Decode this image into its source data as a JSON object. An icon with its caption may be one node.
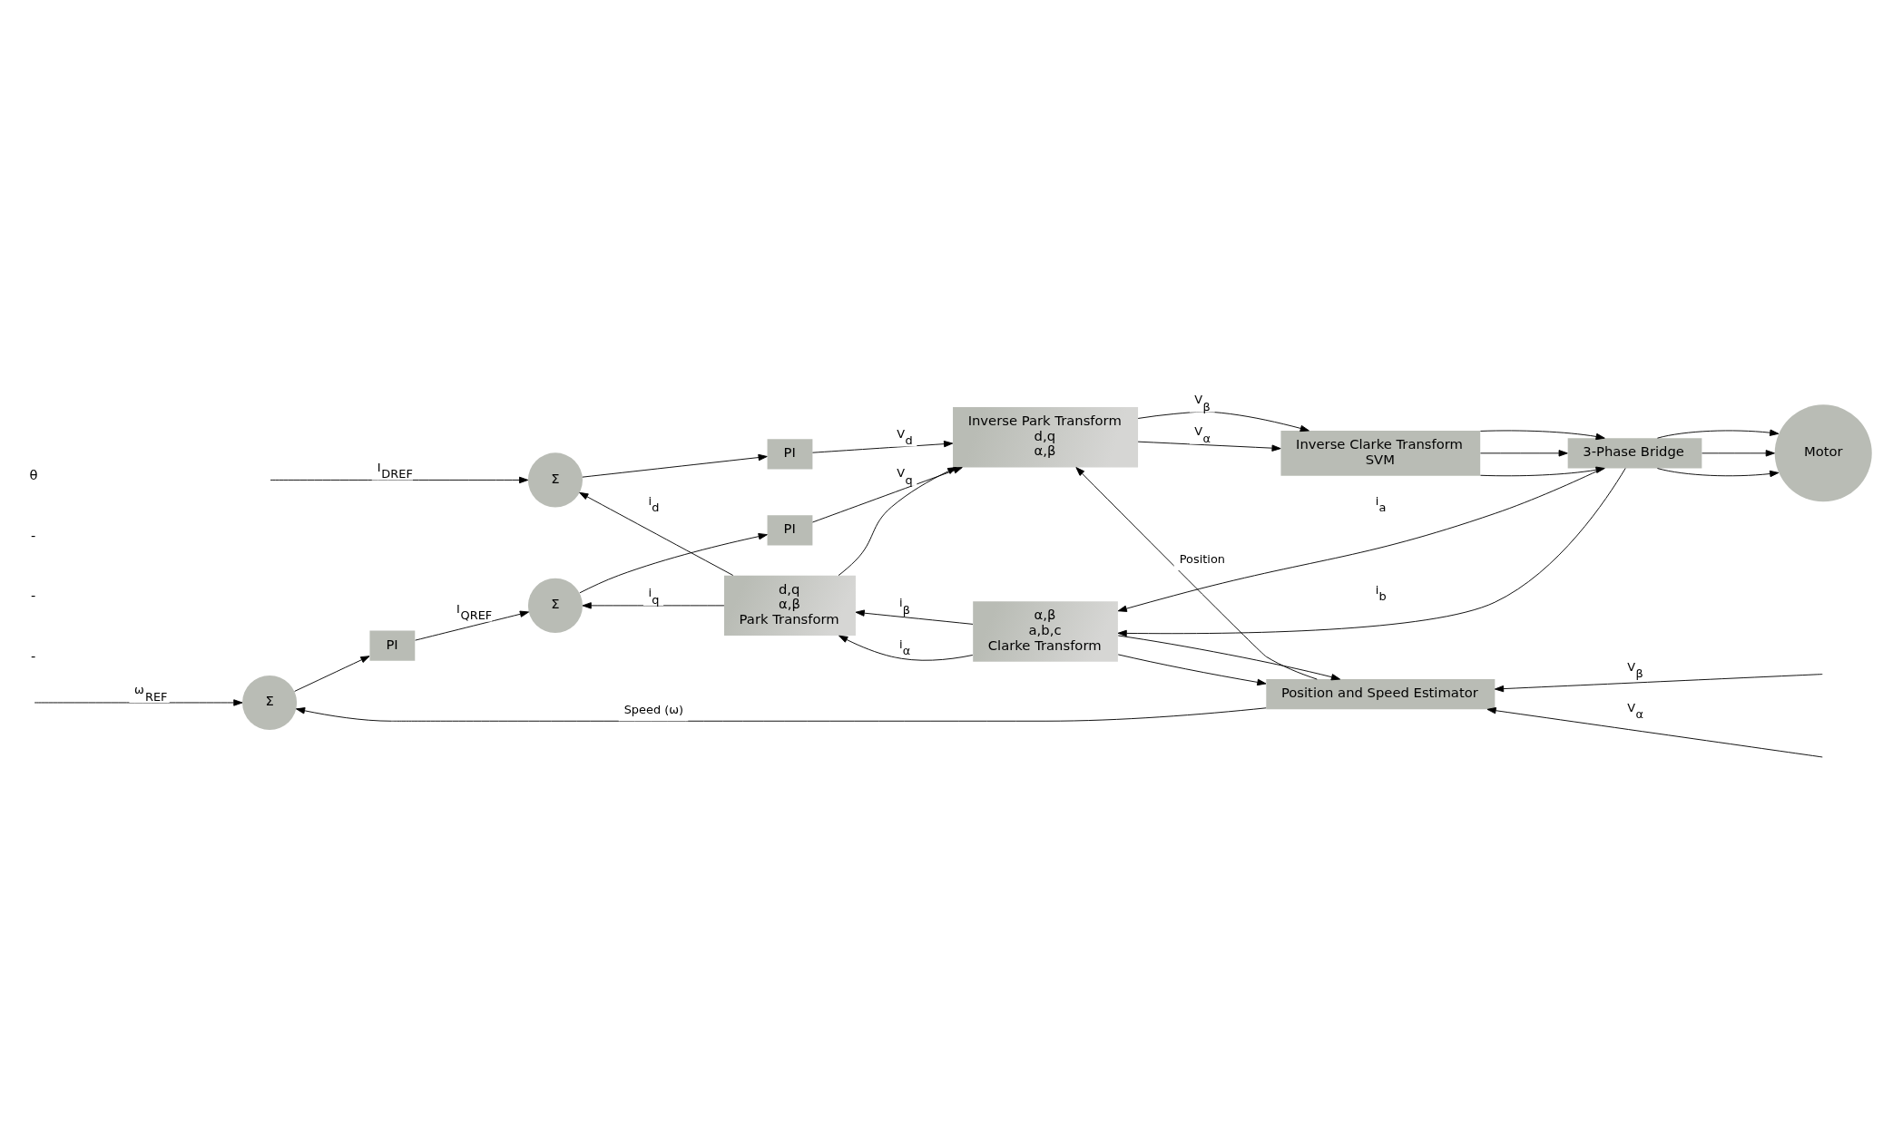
{
  "diagram": {
    "nodes": [
      {
        "text": [
          "Σ"
        ]
      },
      {
        "text": [
          "PI"
        ]
      },
      {
        "text": [
          "Σ"
        ]
      },
      {
        "text": [
          "PI"
        ]
      },
      {
        "text": [
          "Σ"
        ]
      },
      {
        "text": [
          "PI"
        ]
      },
      {
        "text": [
          "Inverse Park Transform",
          "d,q",
          "α,β"
        ]
      },
      {
        "text": [
          "Inverse Clarke Transform",
          "SVM"
        ]
      },
      {
        "text": [
          "3-Phase Bridge"
        ]
      },
      {
        "text": [
          "Motor"
        ]
      },
      {
        "text": [
          "α,β",
          "a,b,c",
          "Clarke Transform"
        ]
      },
      {
        "text": [
          "d,q",
          "α,β",
          "Park Transform"
        ]
      },
      {
        "text": [
          "Position and Speed Estimator"
        ]
      }
    ],
    "edges": [
      {
        "from": null,
        "to": 0,
        "arrow": "to",
        "label": "ω$_{REF}$"
      },
      {
        "from": 0,
        "to": 1,
        "arrow": "to"
      },
      {
        "from": 1,
        "to": 2,
        "arrow": "to",
        "label": "I$_{QREF}$"
      },
      {
        "from": 2,
        "to": 3,
        "arrow": "to"
      },
      {
        "from": 3,
        "to": 6,
        "arrow": "to",
        "label": "V$_{q}$"
      },
      {
        "from": null,
        "to": 4,
        "arrow": "to",
        "label": "I$_{DREF}$"
      },
      {
        "from": 4,
        "to": 5,
        "arrow": "to"
      },
      {
        "from": 5,
        "to": 6,
        "arrow": "to",
        "label": "V$_{d}$"
      },
      {
        "from": 6,
        "to": 7,
        "arrow": "to",
        "label": "V$_{α}$"
      },
      {
        "from": 6,
        "to": 7,
        "arrow": "to",
        "label": "V$_{β}$"
      },
      {
        "from": 7,
        "to": 8,
        "arrow": "to"
      },
      {
        "from": 7,
        "to": 8,
        "arrow": "to"
      },
      {
        "from": 7,
        "to": 8,
        "arrow": "to"
      },
      {
        "from": 8,
        "to": 9,
        "arrow": "to"
      },
      {
        "from": 8,
        "to": 9,
        "arrow": "to"
      },
      {
        "from": 8,
        "to": 9,
        "arrow": "to"
      },
      {
        "from": 8,
        "to": 10,
        "arrow": "to",
        "label": "i$_{a}$"
      },
      {
        "from": 8,
        "to": 10,
        "arrow": "to",
        "label": "i$_{b}$"
      },
      {
        "from": 10,
        "to": 11,
        "arrow": "to",
        "label": "i$_{α}$"
      },
      {
        "from": 10,
        "to": 11,
        "arrow": "to",
        "label": "i$_{β}$"
      },
      {
        "from": 10,
        "to": 12,
        "arrow": "to"
      },
      {
        "from": 10,
        "to": 12,
        "arrow": "to"
      },
      {
        "from": 11,
        "to": 2,
        "arrow": "to",
        "label": "i$_{q}$"
      },
      {
        "from": 11,
        "to": 4,
        "arrow": "to",
        "label": "i$_{d}$"
      },
      {
        "from": 11,
        "to": 6,
        "arrow": "to"
      },
      {
        "from": 12,
        "to": 6,
        "arrow": "to",
        "label": "Position"
      },
      {
        "from": null,
        "to": 12,
        "arrow": "to",
        "label": "V$_{α}$"
      },
      {
        "from": null,
        "to": 12,
        "arrow": "to",
        "label": "V$_{β}$"
      },
      {
        "from": 12,
        "to": 0,
        "arrow": "to",
        "label": "Speed (ω)"
      }
    ],
    "labels": [
      "-",
      "-",
      "-",
      "θ"
    ]
  }
}
